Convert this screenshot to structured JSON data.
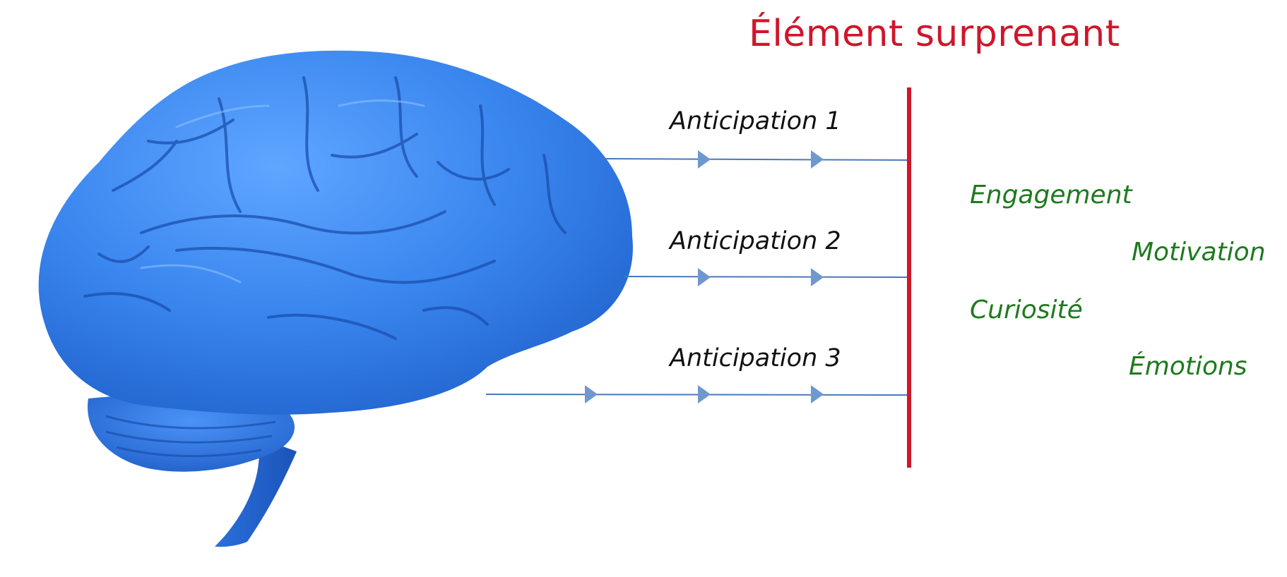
{
  "title": "Élément surprenant",
  "anticipations": [
    "Anticipation 1",
    "Anticipation 2",
    "Anticipation 3"
  ],
  "effects": [
    "Engagement",
    "Motivation",
    "Curiosité",
    "Émotions"
  ],
  "colors": {
    "title": "#d0162a",
    "barrier": "#d0162a",
    "effects": "#1e7a1e",
    "arrows": "#4a78b8",
    "brain": "#3a86ef"
  },
  "icons": {
    "brain": "brain-icon"
  }
}
